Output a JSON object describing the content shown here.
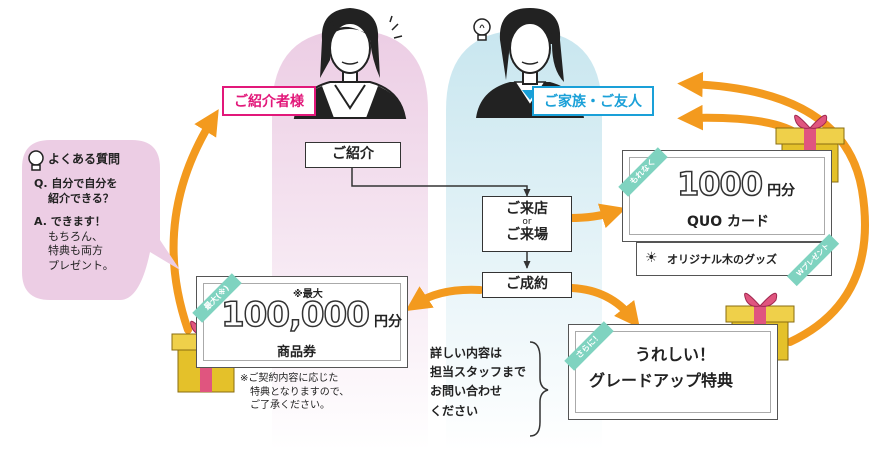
{
  "referrer_label": "ご紹介者様",
  "family_label": "ご家族・ご友人",
  "flow": {
    "step1": "ご紹介",
    "step2_a": "ご来店",
    "step2_or": "or",
    "step2_b": "ご来場",
    "step3": "ご成約"
  },
  "faq": {
    "title": "よくある質問",
    "q_line1": "Q. 自分で自分を",
    "q_line2": "紹介できる？",
    "a_line1": "A. できます！",
    "a_line2": "もちろん、",
    "a_line3": "特典も両方",
    "a_line4": "プレゼント。"
  },
  "voucher": {
    "ribbon": "最大(※)",
    "prefix": "※最大",
    "amount": "100,000",
    "unit": "円分",
    "item": "商品券",
    "note_line1": "※ご契約内容に応じた",
    "note_line2": "特典となりますので、",
    "note_line3": "ご了承ください。"
  },
  "quo": {
    "ribbon": "もれなく",
    "amount": "1000",
    "unit": "円分",
    "item": "QUO カード"
  },
  "goods": {
    "label": "オリジナル木のグッズ",
    "ribbon": "Wプレゼント"
  },
  "upgrade": {
    "ribbon": "さらに！",
    "line1": "うれしい！",
    "line2": "グレードアップ特典"
  },
  "handwritten": {
    "line1": "詳しい内容は",
    "line2": "担当スタッフまで",
    "line3": "お問い合わせ",
    "line4": "ください"
  },
  "colors": {
    "arrow": "#f39a1e",
    "pink": "#e2187a",
    "blue": "#1aa0d8",
    "mint": "#7fd3c0",
    "gift_gold": "#e4c12a",
    "gift_ribbon": "#e0557f"
  }
}
